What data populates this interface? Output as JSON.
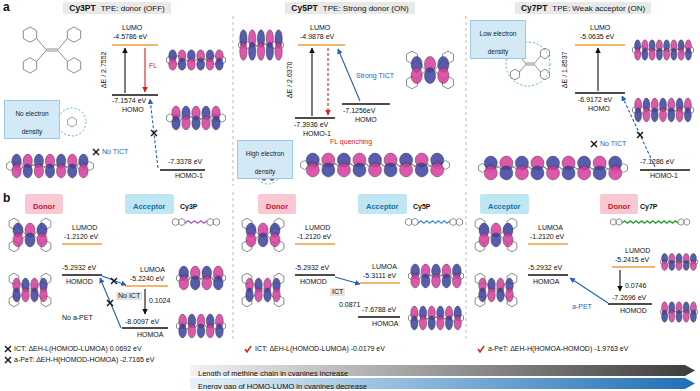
{
  "diagram": {
    "nodes": [
      {
        "text": [
          "Cy3PT",
          "TPE: donor (OFF)"
        ]
      },
      {
        "text": [
          "Cy5PT",
          "TPE: Strong donor (ON)"
        ]
      },
      {
        "text": [
          "Cy7PT",
          "TPE: Weak acceptor (ON)"
        ]
      },
      {
        "text": [
          "No electron density"
        ]
      },
      {
        "text": [
          "High electron density"
        ]
      },
      {
        "text": [
          "Low electron density"
        ]
      },
      {
        "text": [
          "Donor"
        ]
      },
      {
        "text": [
          "Acceptor"
        ]
      },
      {
        "text": [
          "Donor"
        ]
      },
      {
        "text": [
          "Acceptor"
        ]
      },
      {
        "text": [
          "Acceptor"
        ]
      },
      {
        "text": [
          "Donor"
        ]
      },
      {
        "text": [
          "Length of methine chain in cyanines increase"
        ]
      },
      {
        "text": [
          "Energy gap of HOMO-LUMO in cyanines decrease"
        ]
      }
    ],
    "labels": [
      "a",
      "LUMO",
      "-4.5786 eV",
      "ΔE / 2.7552",
      "FL",
      "-7.1574 eV",
      "HOMO",
      "No TICT",
      "-7.3378 eV",
      "HOMO-1",
      "LUMO",
      "-4.9878 eV",
      "ΔE / 2.6370",
      "Strong TICT",
      "-7.1256eV",
      "HOMO",
      "-7.3936 eV",
      "HOMO-1",
      "FL quenching",
      "LUMO",
      "-5.0635 eV",
      "ΔE / 1.8537",
      "-6.9172 eV",
      "HOMO",
      "No TICT",
      "-7.1286 eV",
      "HOMO-1",
      "b",
      "TPE",
      "Cy3P",
      "LUMOD",
      "-1.2120 eV",
      "-5.2932 eV",
      "HOMOD",
      "LUMOA",
      "-5.2240 eV",
      "No ICT",
      "No a-PET",
      "0.1024",
      "-8.0097 eV",
      "HOMOA",
      "ICT: ΔEH-L(HOMOD-LUMOA) 0.0692 eV",
      "a-PeT: ΔEH-H(HOMOD-HOMOA) -2.7165 eV",
      "TPE",
      "Cy5P",
      "LUMOD",
      "-1.2120 eV",
      "-5.2932 eV",
      "HOMOD",
      "LUMOA",
      "-5.3111 eV",
      "ICT",
      "0.0871",
      "-7.6788 eV",
      "HOMOA",
      "ICT: ΔEH-L(HOMOD-LUMOA) -0.0179 eV",
      "TPE",
      "Cy7P",
      "LUMOA",
      "-1.2120 eV",
      "-5.2932 eV",
      "HOMOA",
      "LUMOD",
      "-5.2415 eV",
      "0.0746",
      "a-PET",
      "-7.2696 eV",
      "HOMOD",
      "a-PeT: ΔEH-H(HOMOA-HOMOD) -1.9763 eV"
    ]
  }
}
